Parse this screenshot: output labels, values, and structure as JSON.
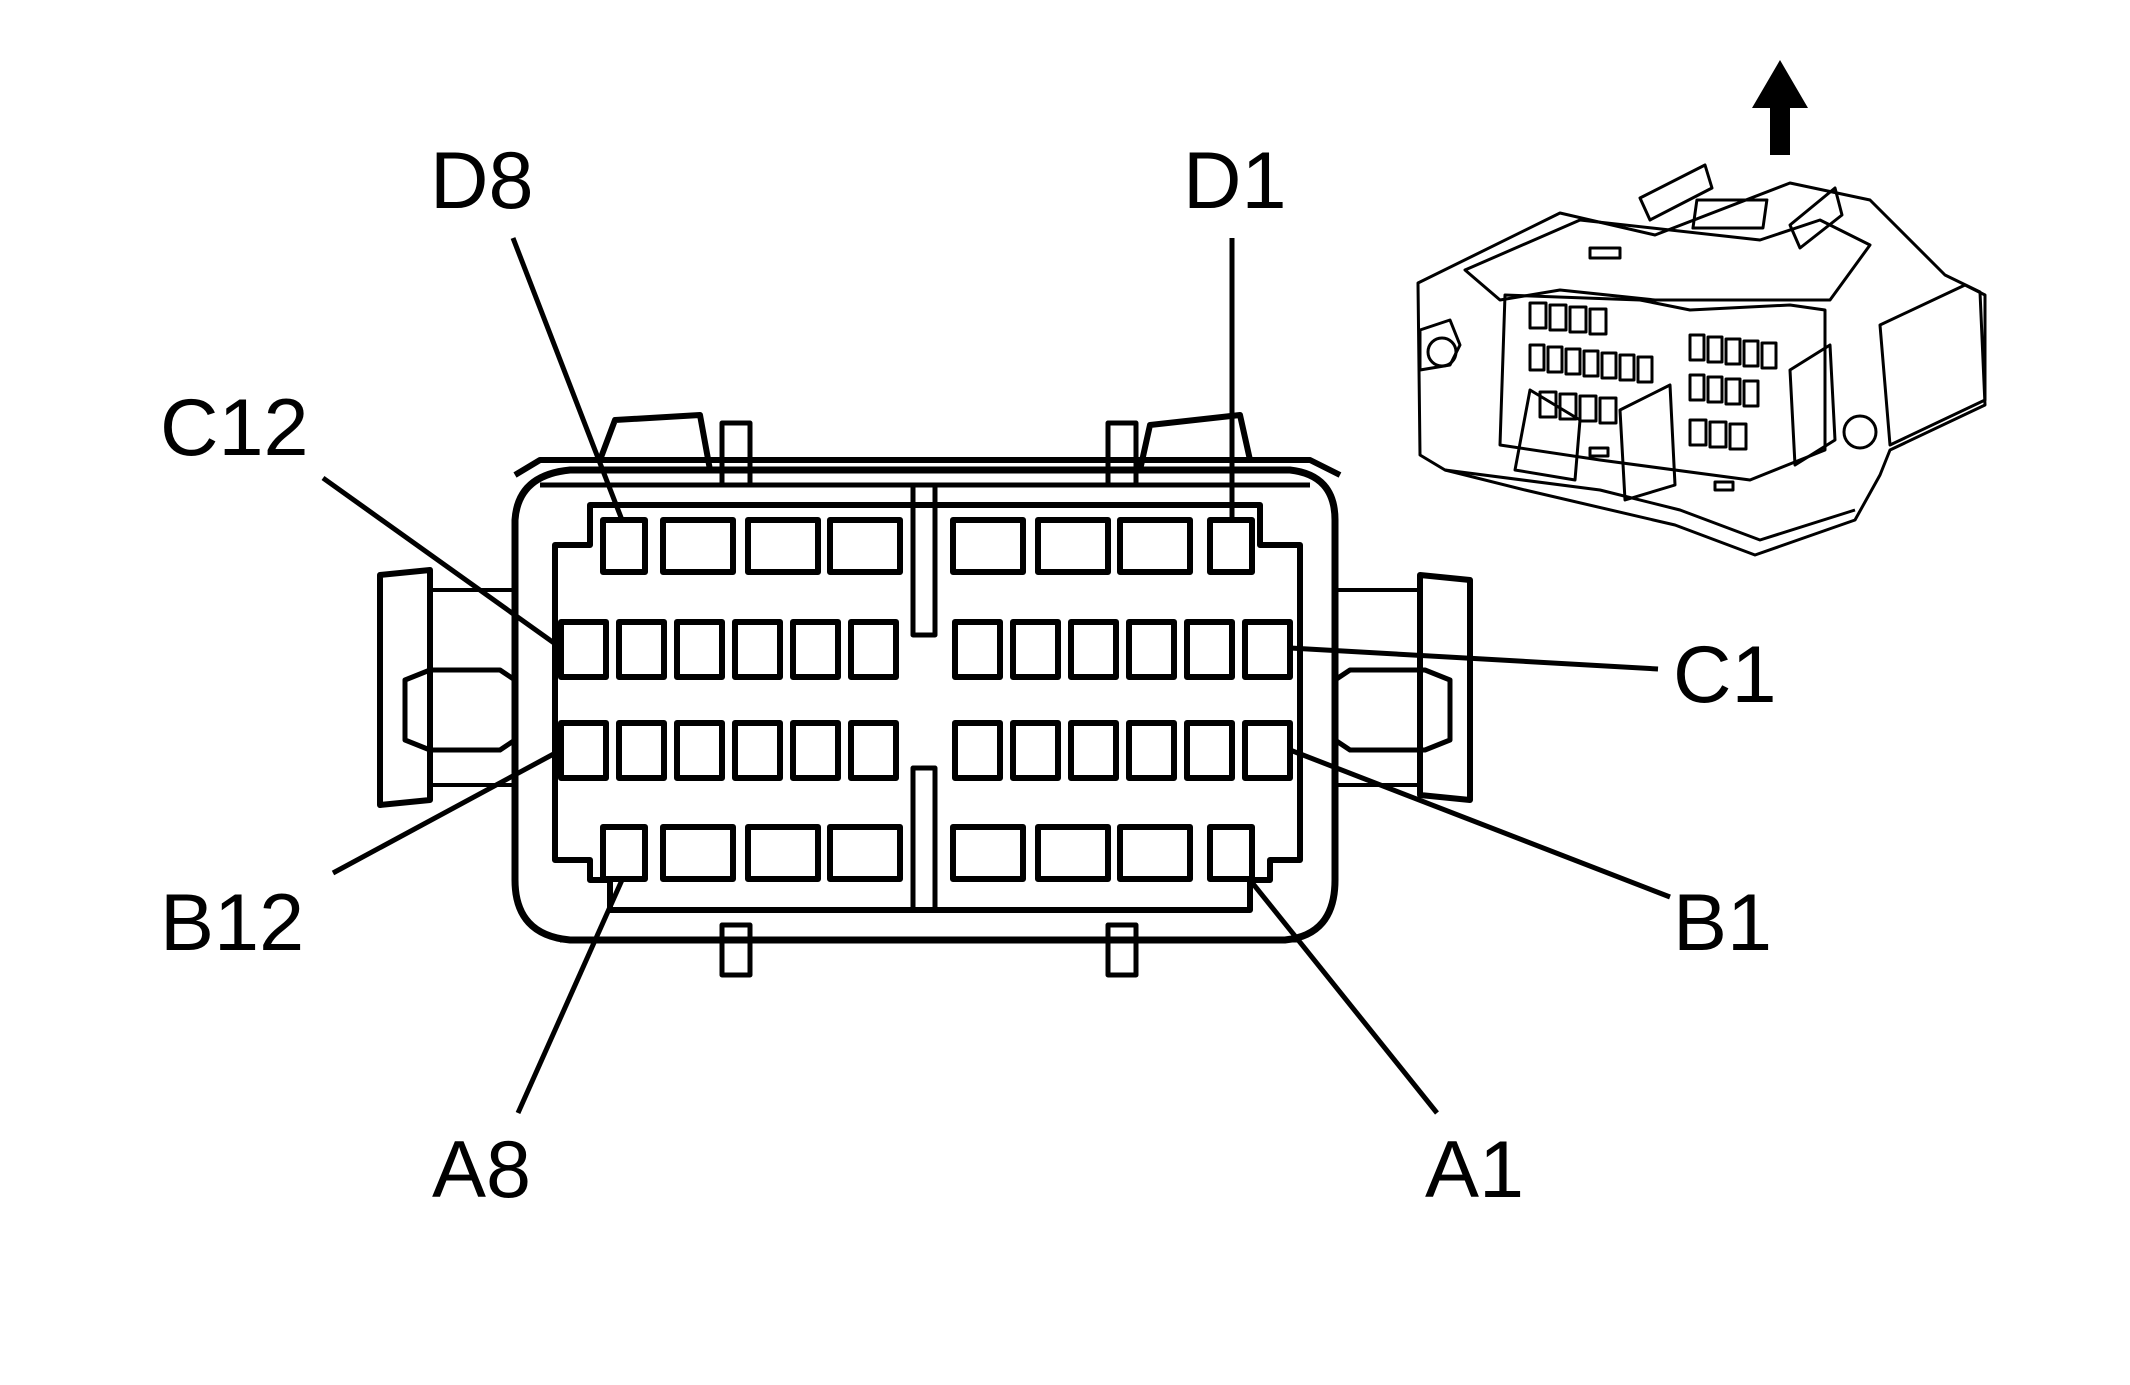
{
  "pin_labels": {
    "d8": "D8",
    "d1": "D1",
    "c12": "C12",
    "c1": "C1",
    "b12": "B12",
    "b1": "B1",
    "a8": "A8",
    "a1": "A1"
  },
  "colors": {
    "stroke": "#000000",
    "background": "#ffffff"
  },
  "icons": {
    "orientation_arrow": "up-arrow-icon",
    "connector_view": "connector-isometric-icon"
  }
}
